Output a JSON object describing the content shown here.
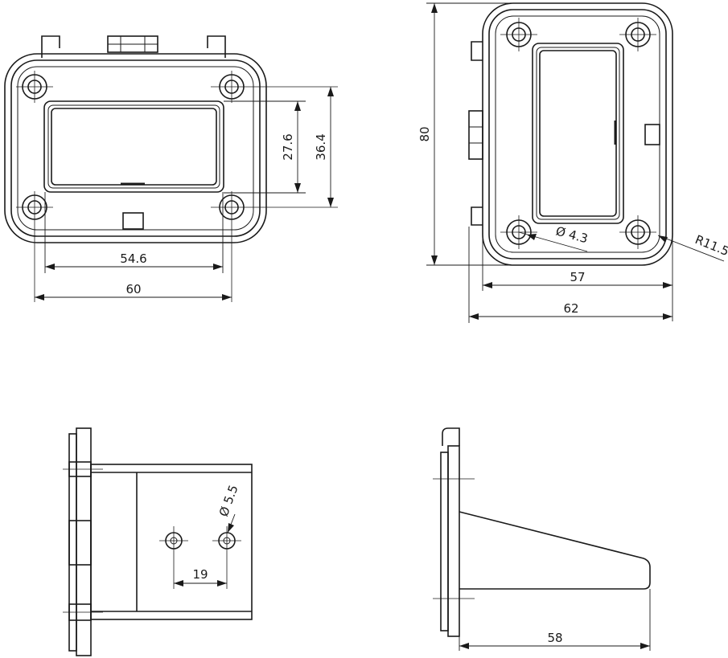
{
  "colors": {
    "line": "#1a1a1a",
    "background": "#ffffff"
  },
  "front_view": {
    "dim_inner_width": "54.6",
    "dim_outer_width": "60",
    "dim_inner_height": "27.6",
    "dim_outer_height": "36.4"
  },
  "side_view": {
    "dim_height": "80",
    "dim_inner_width": "57",
    "dim_outer_width": "62",
    "dim_hole_diameter": "Ø 4.3",
    "dim_corner_radius": "R11.5"
  },
  "bottom_left_view": {
    "dim_hole_diameter": "Ø 5.5",
    "dim_hole_spacing": "19"
  },
  "bottom_right_view": {
    "dim_depth": "58"
  }
}
